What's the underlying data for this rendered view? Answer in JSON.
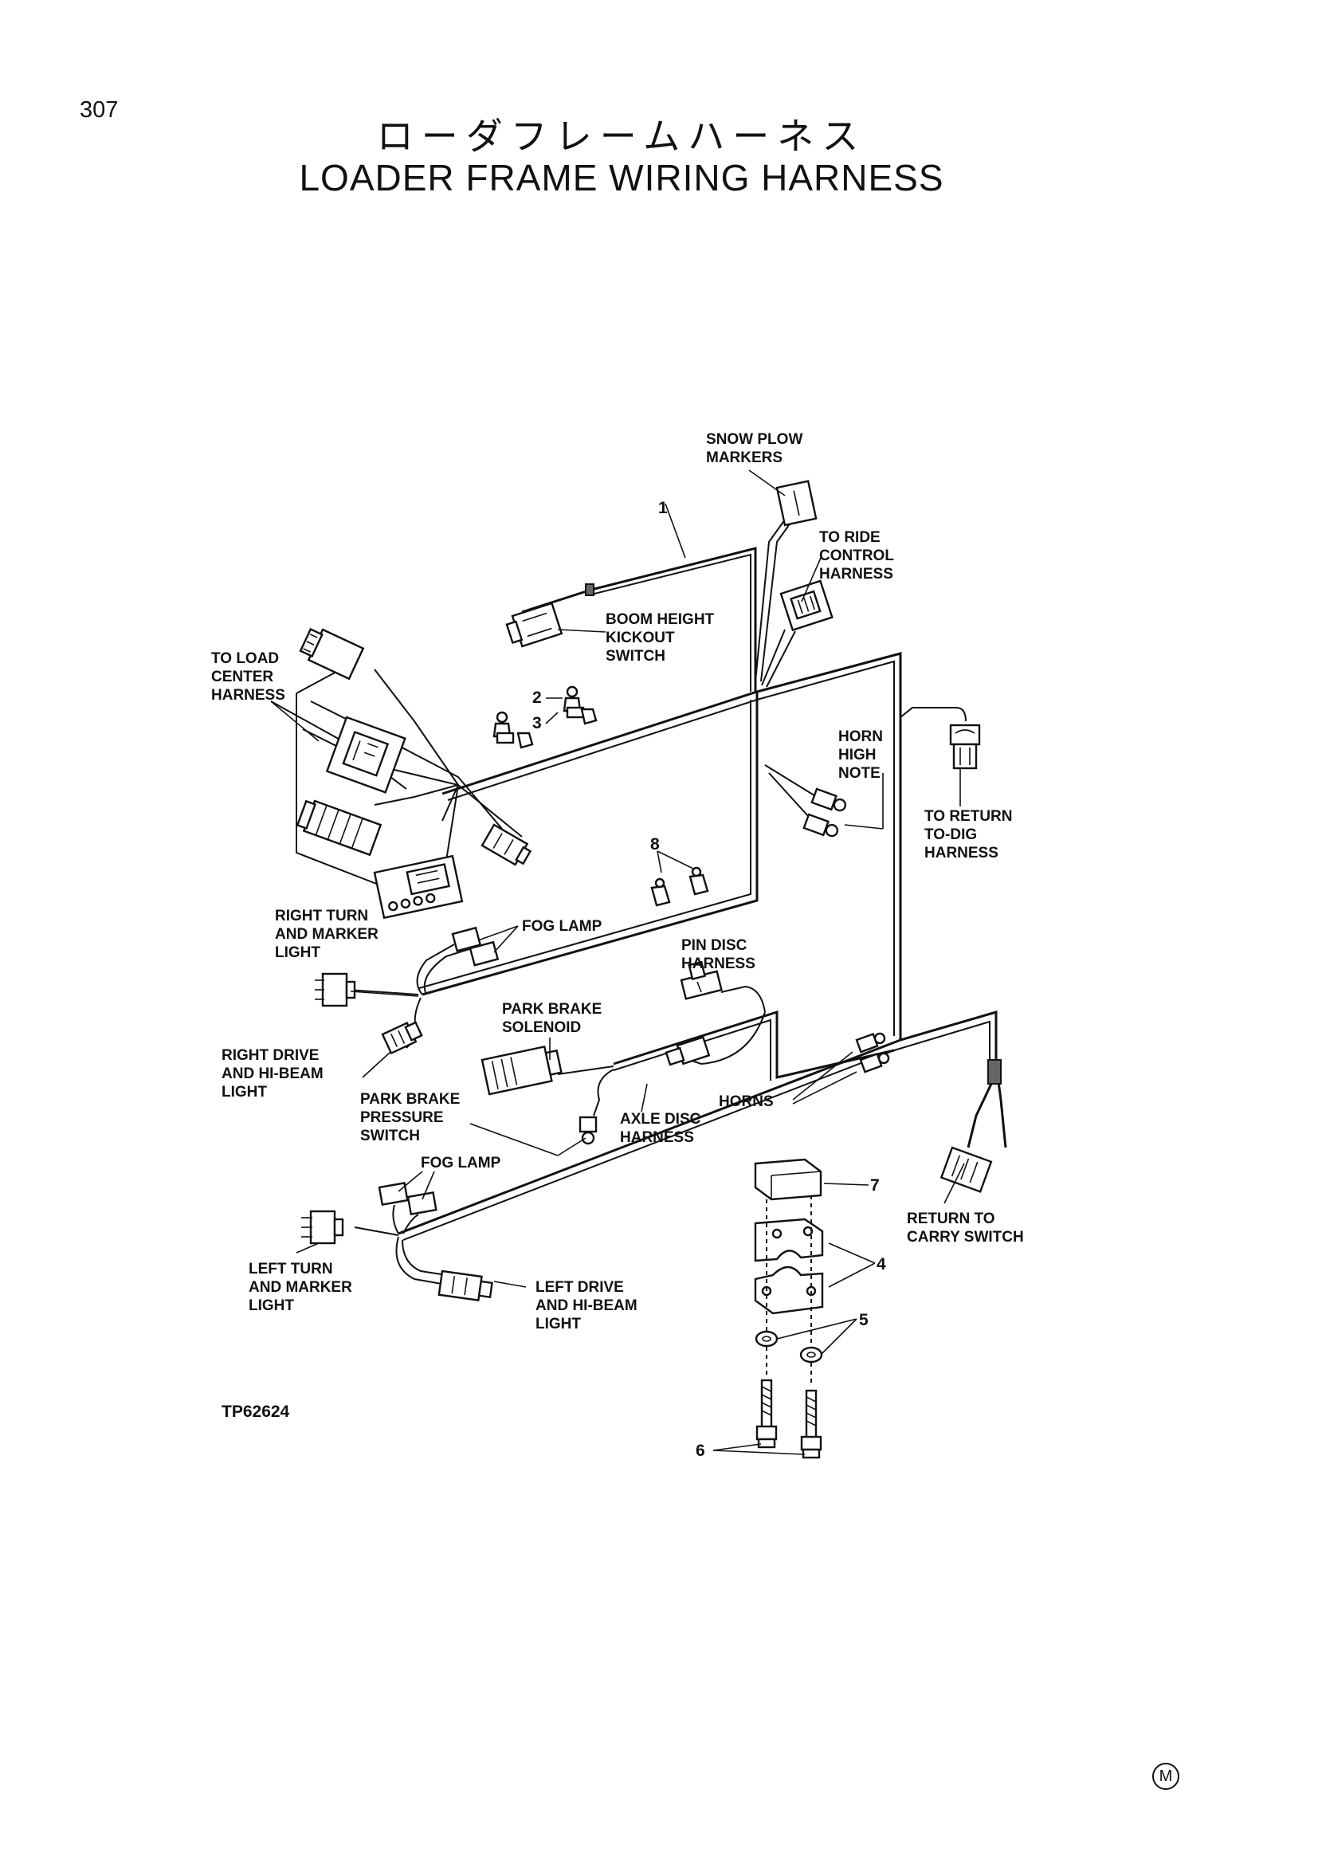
{
  "page": {
    "number": "307"
  },
  "title": {
    "japanese": "ローダフレームハーネス",
    "english": "LOADER FRAME WIRING HARNESS"
  },
  "diagram": {
    "labels": {
      "snow_plow_markers": [
        "SNOW PLOW",
        "MARKERS"
      ],
      "to_ride_control_harness": [
        "TO RIDE",
        "CONTROL",
        "HARNESS"
      ],
      "boom_height_kickout_switch": [
        "BOOM HEIGHT",
        "KICKOUT",
        "SWITCH"
      ],
      "to_load_center_harness": [
        "TO LOAD",
        "CENTER",
        "HARNESS"
      ],
      "horn_high_note": [
        "HORN",
        "HIGH",
        "NOTE"
      ],
      "to_return_to_dig_harness": [
        "TO RETURN",
        "TO-DIG",
        "HARNESS"
      ],
      "right_turn_marker_light": [
        "RIGHT TURN",
        "AND MARKER",
        "LIGHT"
      ],
      "fog_lamp_upper": "FOG LAMP",
      "pin_disc_harness": [
        "PIN DISC",
        "HARNESS"
      ],
      "park_brake_solenoid": [
        "PARK BRAKE",
        "SOLENOID"
      ],
      "right_drive_hi_beam_light": [
        "RIGHT DRIVE",
        "AND HI-BEAM",
        "LIGHT"
      ],
      "park_brake_pressure_switch": [
        "PARK BRAKE",
        "PRESSURE",
        "SWITCH"
      ],
      "horns": "HORNS",
      "axle_disc_harness": [
        "AXLE DISC",
        "HARNESS"
      ],
      "fog_lamp_lower": "FOG LAMP",
      "return_to_carry_switch": [
        "RETURN TO",
        "CARRY SWITCH"
      ],
      "left_turn_marker_light": [
        "LEFT TURN",
        "AND MARKER",
        "LIGHT"
      ],
      "left_drive_hi_beam_light": [
        "LEFT DRIVE",
        "AND HI-BEAM",
        "LIGHT"
      ]
    },
    "callouts": [
      "1",
      "2",
      "3",
      "4",
      "5",
      "6",
      "7",
      "8"
    ],
    "figure_id": "TP62624"
  },
  "footer": {
    "mark": "M"
  }
}
